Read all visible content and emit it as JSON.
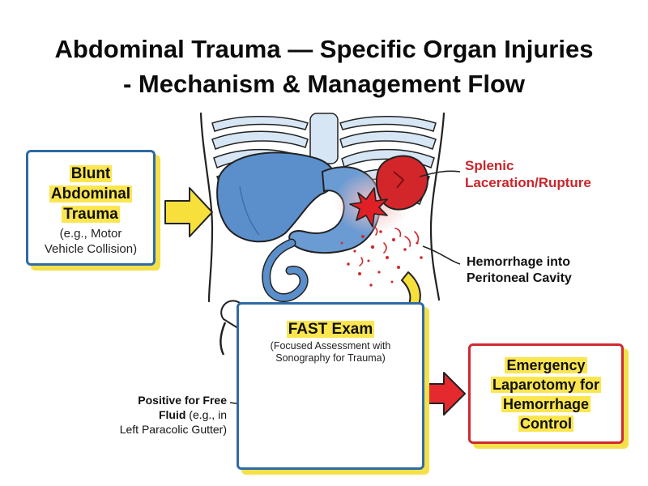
{
  "title": {
    "line1": "Abdominal Trauma — Specific Organ Injuries",
    "line2": "- Mechanism & Management Flow"
  },
  "blunt": {
    "heading_lines": [
      "Blunt",
      "Abdominal",
      "Trauma"
    ],
    "sub_lines": [
      "(e.g., Motor",
      "Vehicle Collision)"
    ]
  },
  "splenic": {
    "lines": [
      "Splenic",
      "Laceration/Rupture"
    ]
  },
  "hemorrhage": {
    "lines": [
      "Hemorrhage into",
      "Peritoneal Cavity"
    ]
  },
  "fast": {
    "title": "FAST Exam",
    "sub_lines": [
      "(Focused Assessment with",
      "Sonography for Trauma)"
    ]
  },
  "positive": {
    "bold_lines": [
      "Positive for Free",
      "Fluid"
    ],
    "rest": " (e.g., in",
    "last_line": "Left Paracolic Gutter)"
  },
  "emergency": {
    "lines": [
      "Emergency",
      "Laparotomy for",
      "Hemorrhage",
      "Control"
    ]
  },
  "colors": {
    "accent_blue": "#2f6aa5",
    "alert_red": "#cf2a2f",
    "highlight_yellow": "#fbe650",
    "organ_blue": "#5b8fcc"
  },
  "icons": [
    "anatomy-illustration",
    "spleen-rupture-icon",
    "ultrasound-probe-icon",
    "ultrasound-monitor-icon",
    "flow-arrow-icon"
  ]
}
